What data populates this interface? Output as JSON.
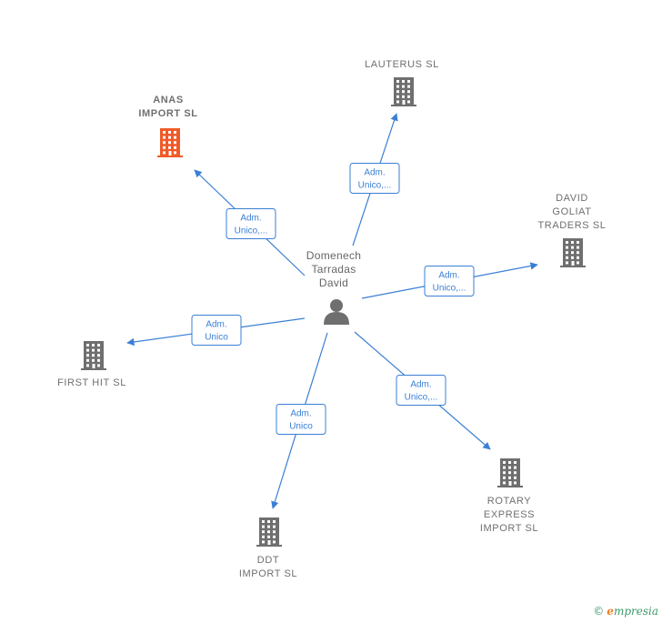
{
  "center": {
    "label_lines": [
      "Domenech",
      "Tarradas",
      "David"
    ],
    "icon": "person-icon",
    "color": "#6f6f6f"
  },
  "companies": [
    {
      "id": "anas",
      "label_lines": [
        "ANAS",
        "IMPORT  SL"
      ],
      "icon": "building-icon",
      "color": "#f05a28",
      "highlight": true
    },
    {
      "id": "lauterus",
      "label_lines": [
        "LAUTERUS  SL"
      ],
      "icon": "building-icon",
      "color": "#6f6f6f"
    },
    {
      "id": "david-goliat",
      "label_lines": [
        "DAVID",
        "GOLIAT",
        "TRADERS  SL"
      ],
      "icon": "building-icon",
      "color": "#6f6f6f"
    },
    {
      "id": "first-hit",
      "label_lines": [
        "FIRST HIT  SL"
      ],
      "icon": "building-icon",
      "color": "#6f6f6f"
    },
    {
      "id": "rotary",
      "label_lines": [
        "ROTARY",
        "EXPRESS",
        "IMPORT  SL"
      ],
      "icon": "building-icon",
      "color": "#6f6f6f"
    },
    {
      "id": "ddt",
      "label_lines": [
        "DDT",
        "IMPORT  SL"
      ],
      "icon": "building-icon",
      "color": "#6f6f6f"
    }
  ],
  "edges": [
    {
      "to": "anas",
      "label_lines": [
        "Adm.",
        "Unico,..."
      ]
    },
    {
      "to": "lauterus",
      "label_lines": [
        "Adm.",
        "Unico,..."
      ]
    },
    {
      "to": "david-goliat",
      "label_lines": [
        "Adm.",
        "Unico,..."
      ]
    },
    {
      "to": "first-hit",
      "label_lines": [
        "Adm.",
        "Unico"
      ]
    },
    {
      "to": "rotary",
      "label_lines": [
        "Adm.",
        "Unico,..."
      ]
    },
    {
      "to": "ddt",
      "label_lines": [
        "Adm.",
        "Unico"
      ]
    }
  ],
  "colors": {
    "edge": "#3a7fd5",
    "accent": "#f05a28",
    "node": "#6f6f6f"
  },
  "watermark": {
    "symbol": "©",
    "initial": "e",
    "rest": "mpresia"
  }
}
